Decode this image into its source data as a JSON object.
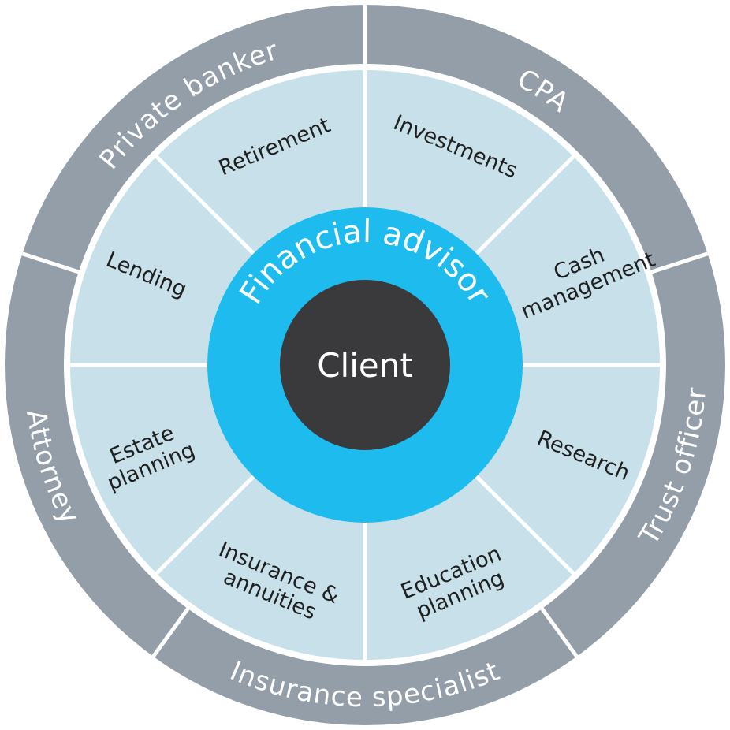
{
  "colors": {
    "outer_ring": "#949ea8",
    "middle_ring": "#c7e0e9",
    "advisor_ring": "#1ebcee",
    "client_core": "#3a393b",
    "divider": "#ffffff"
  },
  "outer_ring": {
    "segments": [
      {
        "label": "Private banker"
      },
      {
        "label": "CPA"
      },
      {
        "label": "Trust officer"
      },
      {
        "label": "Insurance specialist"
      },
      {
        "label": "Attorney"
      }
    ]
  },
  "middle_ring": {
    "segments": [
      {
        "lines": [
          "Retirement"
        ]
      },
      {
        "lines": [
          "Investments"
        ]
      },
      {
        "lines": [
          "Cash",
          "management"
        ]
      },
      {
        "lines": [
          "Research"
        ]
      },
      {
        "lines": [
          "Education",
          "planning"
        ]
      },
      {
        "lines": [
          "Insurance &",
          "annuities"
        ]
      },
      {
        "lines": [
          "Estate",
          "planning"
        ]
      },
      {
        "lines": [
          "Lending"
        ]
      }
    ]
  },
  "advisor_ring": {
    "label": "Financial advisor"
  },
  "core": {
    "label": "Client"
  }
}
